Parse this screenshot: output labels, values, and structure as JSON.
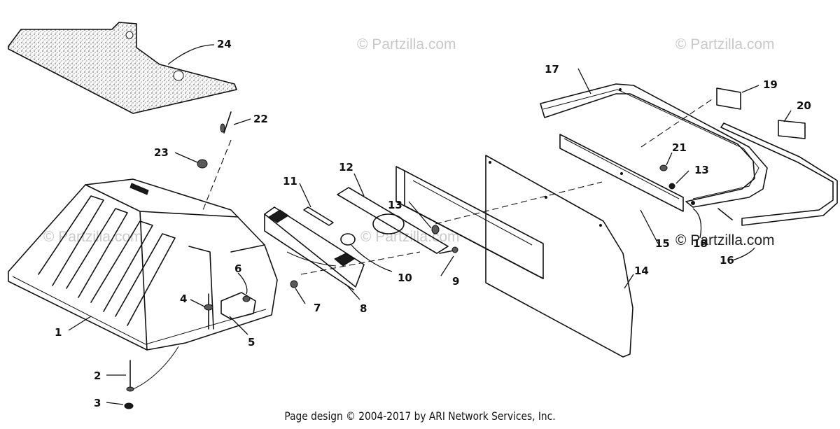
{
  "watermark": "© Partzilla.com",
  "footer": "Page design © 2004-2017 by ARI Network Services, Inc.",
  "callouts": [
    "1",
    "2",
    "3",
    "4",
    "5",
    "6",
    "7",
    "8",
    "9",
    "10",
    "11",
    "12",
    "13",
    "13",
    "14",
    "15",
    "16",
    "17",
    "18",
    "19",
    "20",
    "21",
    "22",
    "23",
    "24"
  ]
}
